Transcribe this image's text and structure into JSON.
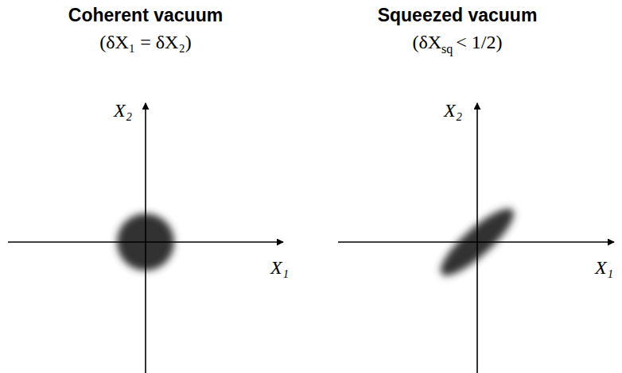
{
  "diagram": {
    "labels": [
      "Coherent vacuum",
      "(δX₁ = δX₂)",
      "X₂",
      "X₁",
      "Squeezed vacuum",
      "(δX",
      "sq",
      "< 1/2)",
      "X₂",
      "X₁"
    ]
  }
}
